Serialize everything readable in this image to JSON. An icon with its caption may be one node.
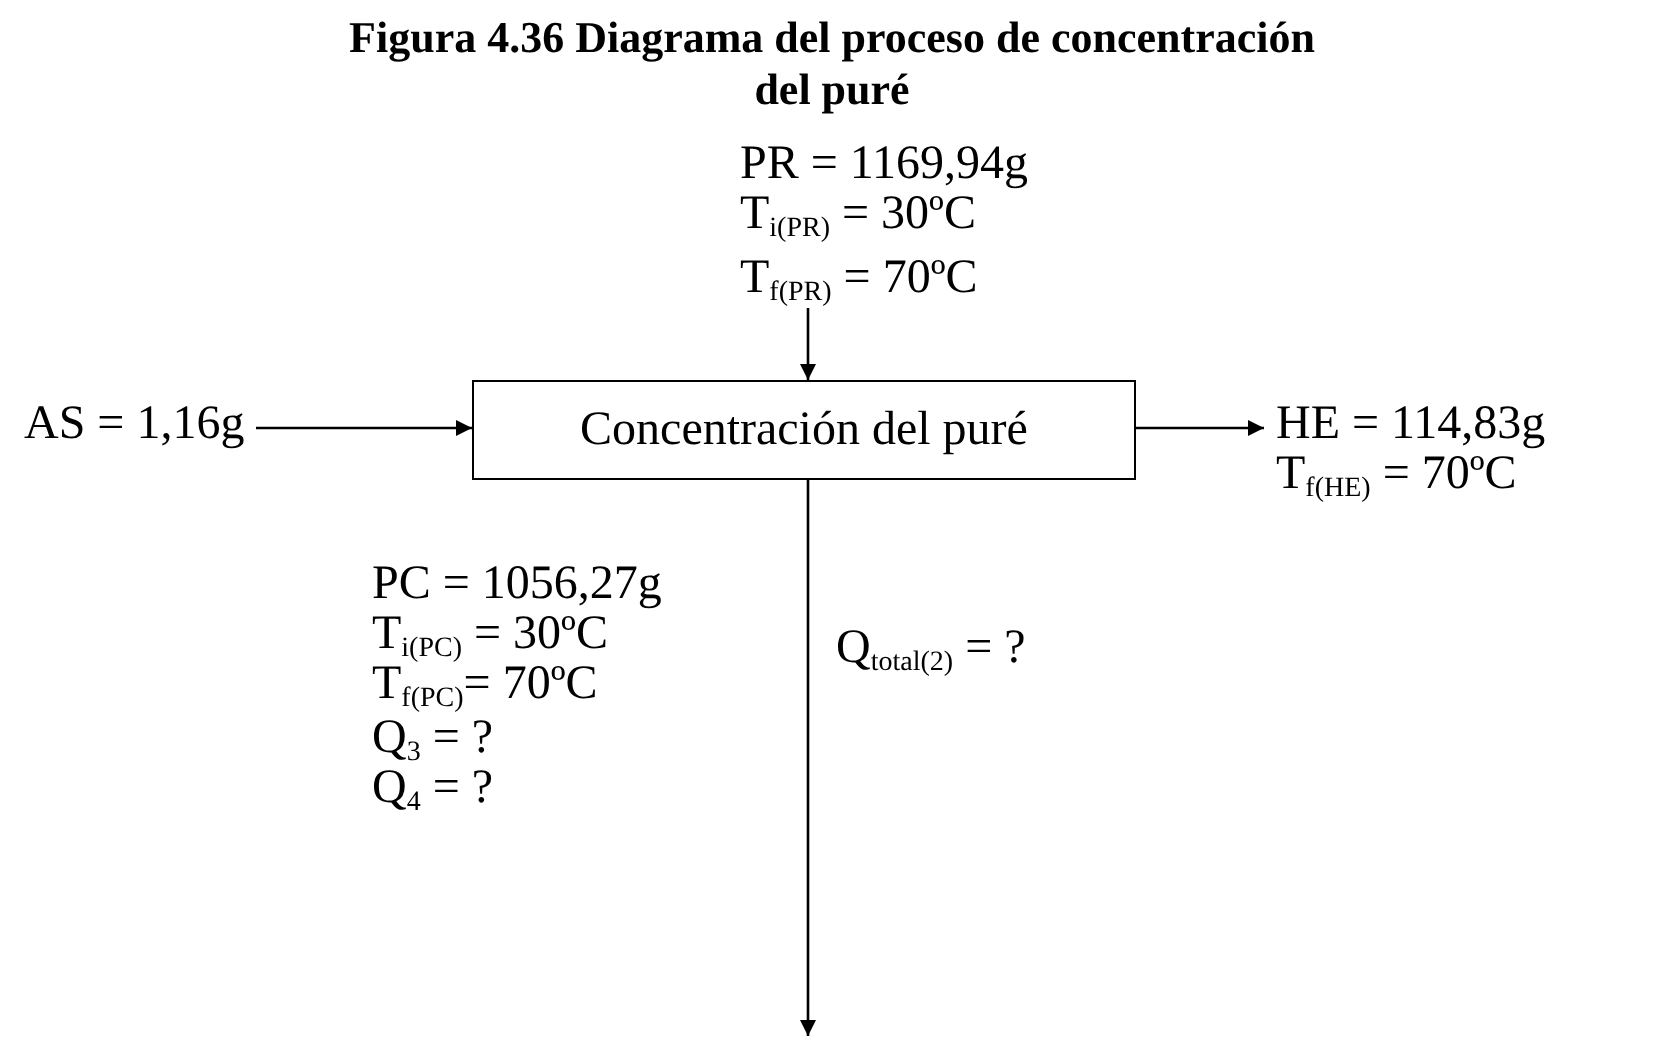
{
  "diagram": {
    "title": "Figura 4.36 Diagrama del proceso de concentración del puré",
    "nodes": [
      {
        "text": [
          "Concentración del puré"
        ]
      },
      {
        "text": [
          "PR = 1169,94g",
          "T$_{i(PR)}$ = 30ºC",
          "T$_{f(PR)}$ = 70ºC"
        ]
      },
      {
        "text": [
          "AS = 1,16g"
        ]
      },
      {
        "text": [
          "HE = 114,83g",
          "T$_{f(HE)}$ = 70ºC"
        ]
      }
    ],
    "edges": [
      {
        "from": 1,
        "to": 0,
        "arrow": "to"
      },
      {
        "from": 2,
        "to": 0,
        "arrow": "to"
      },
      {
        "from": 0,
        "to": 3,
        "arrow": "to"
      },
      {
        "from": 0,
        "to": null,
        "arrow": "to"
      }
    ],
    "labels": [
      "PC = 1056,27g",
      "T$_{i(PC)}$ = 30ºC",
      "T$_{f(PC)}$= 70ºC",
      "Q$_{total(2)}$ = ?",
      "Q$_{3}$ = ?",
      "Q$_{4}$ = ?"
    ]
  }
}
